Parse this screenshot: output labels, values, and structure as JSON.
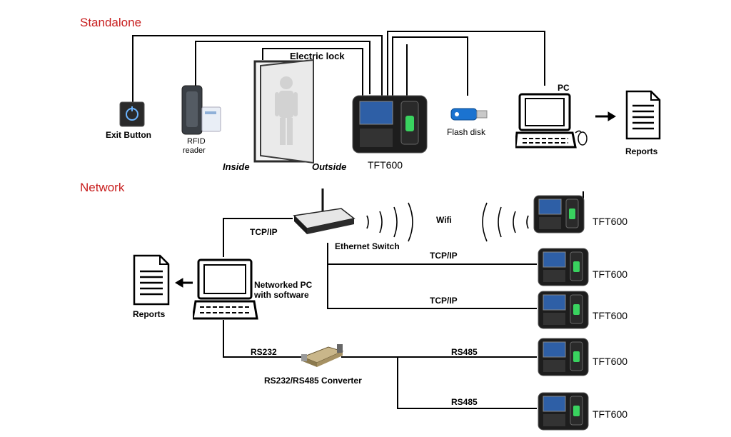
{
  "sections": {
    "standalone": "Standalone",
    "network": "Network"
  },
  "standalone": {
    "exit_button": "Exit Button",
    "rfid_reader_line1": "RFID",
    "rfid_reader_line2": "reader",
    "electric_lock": "Electric lock",
    "inside": "Inside",
    "outside": "Outside",
    "terminal": "TFT600",
    "flash_disk": "Flash disk",
    "pc": "PC",
    "reports": "Reports"
  },
  "network": {
    "tcpip_pc": "TCP/IP",
    "ethernet_switch": "Ethernet Switch",
    "wifi": "Wifi",
    "tcpip_1": "TCP/IP",
    "tcpip_2": "TCP/IP",
    "pc_line1": "Networked PC",
    "pc_line2": "with software",
    "reports": "Reports",
    "rs232": "RS232",
    "converter": "RS232/RS485 Converter",
    "rs485_1": "RS485",
    "rs485_2": "RS485",
    "terminals": [
      "TFT600",
      "TFT600",
      "TFT600",
      "TFT600",
      "TFT600"
    ]
  },
  "colors": {
    "section_title": "#c81e1e",
    "wire": "#000000",
    "terminal_body": "#1d1d1d",
    "fingerprint_led": "#39d35f"
  }
}
